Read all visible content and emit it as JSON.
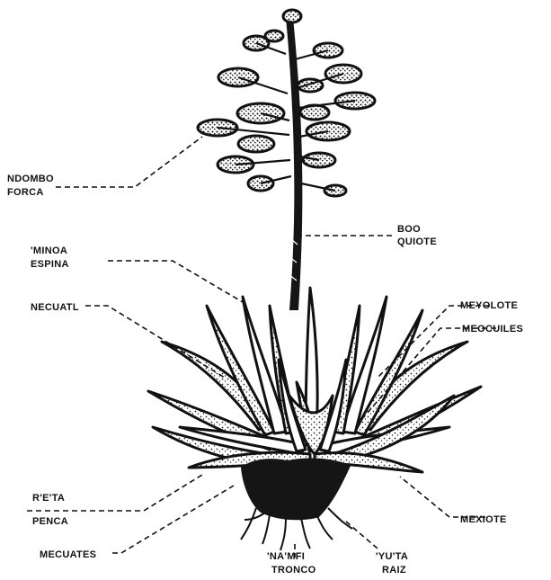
{
  "labels": {
    "ndombo": "NDOMBO",
    "forca": "FORCA",
    "boo": "BOO",
    "quiote": "QUIOTE",
    "minoa": "'MINOA",
    "espina": "ESPINA",
    "necuatl": "NECUATL",
    "meyolote": "MEYOLOTE",
    "meocuiles": "MEOCUILES",
    "reta": "R'E'TA",
    "penca": "PENCA",
    "mexiote": "MEXIOTE",
    "mecuates": "MECUATES",
    "namfi": "'NA'MFI",
    "tronco": "TRONCO",
    "yuta": "'YU'TA",
    "raiz": "RAIZ"
  }
}
